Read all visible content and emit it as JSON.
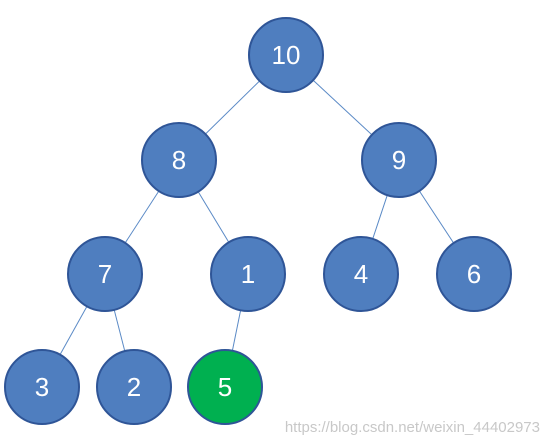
{
  "tree": {
    "colors": {
      "node_fill": "#4f7ebf",
      "node_stroke": "#2f5597",
      "highlight_fill": "#00b050",
      "highlight_stroke": "#2f5597",
      "edge": "#5b8ac6",
      "label": "#ffffff"
    },
    "nodes": [
      {
        "id": "n10",
        "label": "10",
        "highlight": false
      },
      {
        "id": "n8",
        "label": "8",
        "highlight": false
      },
      {
        "id": "n9",
        "label": "9",
        "highlight": false
      },
      {
        "id": "n7",
        "label": "7",
        "highlight": false
      },
      {
        "id": "n1",
        "label": "1",
        "highlight": false
      },
      {
        "id": "n4",
        "label": "4",
        "highlight": false
      },
      {
        "id": "n6",
        "label": "6",
        "highlight": false
      },
      {
        "id": "n3",
        "label": "3",
        "highlight": false
      },
      {
        "id": "n2",
        "label": "2",
        "highlight": false
      },
      {
        "id": "n5",
        "label": "5",
        "highlight": true
      }
    ],
    "edges": [
      {
        "from": "n10",
        "to": "n8"
      },
      {
        "from": "n10",
        "to": "n9"
      },
      {
        "from": "n8",
        "to": "n7"
      },
      {
        "from": "n8",
        "to": "n1"
      },
      {
        "from": "n9",
        "to": "n4"
      },
      {
        "from": "n9",
        "to": "n6"
      },
      {
        "from": "n7",
        "to": "n3"
      },
      {
        "from": "n7",
        "to": "n2"
      },
      {
        "from": "n1",
        "to": "n5"
      }
    ]
  },
  "watermark": {
    "text": "https://blog.csdn.net/weixin_44402973"
  }
}
